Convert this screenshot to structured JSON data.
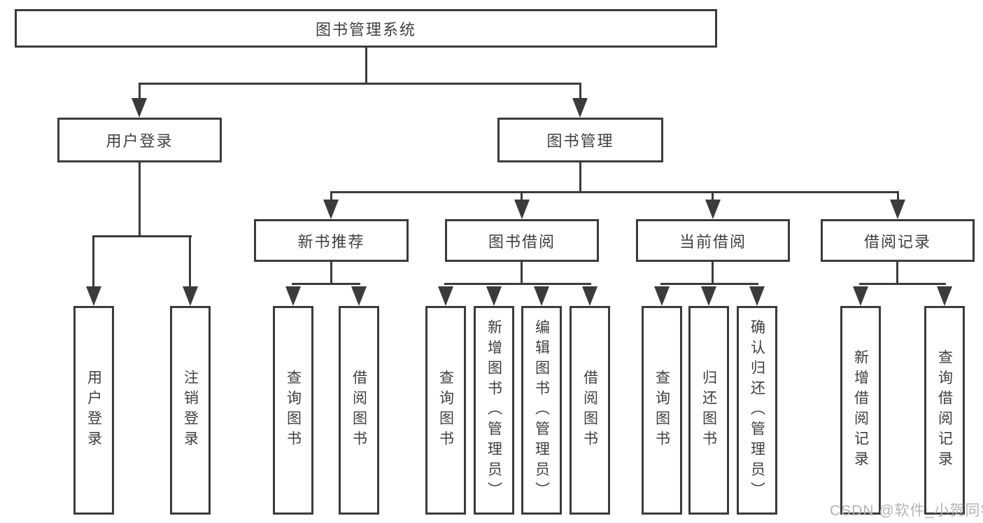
{
  "diagram_title": "图书管理系统",
  "tree": {
    "root": {
      "label": "图书管理系统",
      "children": [
        {
          "label": "用户登录",
          "children": [
            {
              "label": "用户登录"
            },
            {
              "label": "注销登录"
            }
          ]
        },
        {
          "label": "图书管理",
          "children": [
            {
              "label": "新书推荐",
              "children": [
                {
                  "label": "查询图书"
                },
                {
                  "label": "借阅图书"
                }
              ]
            },
            {
              "label": "图书借阅",
              "children": [
                {
                  "label": "查询图书"
                },
                {
                  "label": "新增图书（管理员）"
                },
                {
                  "label": "编辑图书（管理员）"
                },
                {
                  "label": "借阅图书"
                }
              ]
            },
            {
              "label": "当前借阅",
              "children": [
                {
                  "label": "查询图书"
                },
                {
                  "label": "归还图书"
                },
                {
                  "label": "确认归还（管理员）"
                }
              ]
            },
            {
              "label": "借阅记录",
              "children": [
                {
                  "label": "新增借阅记录"
                },
                {
                  "label": "查询借阅记录"
                }
              ]
            }
          ]
        }
      ]
    }
  },
  "watermark": {
    "text": "CSDN @软件_小贺同学"
  },
  "colors": {
    "line": "#3b3b3b",
    "node_border": "#3b3b3b",
    "node_text": "#3f3f3f",
    "background": "#ffffff",
    "watermark": "#b3b3b3"
  }
}
